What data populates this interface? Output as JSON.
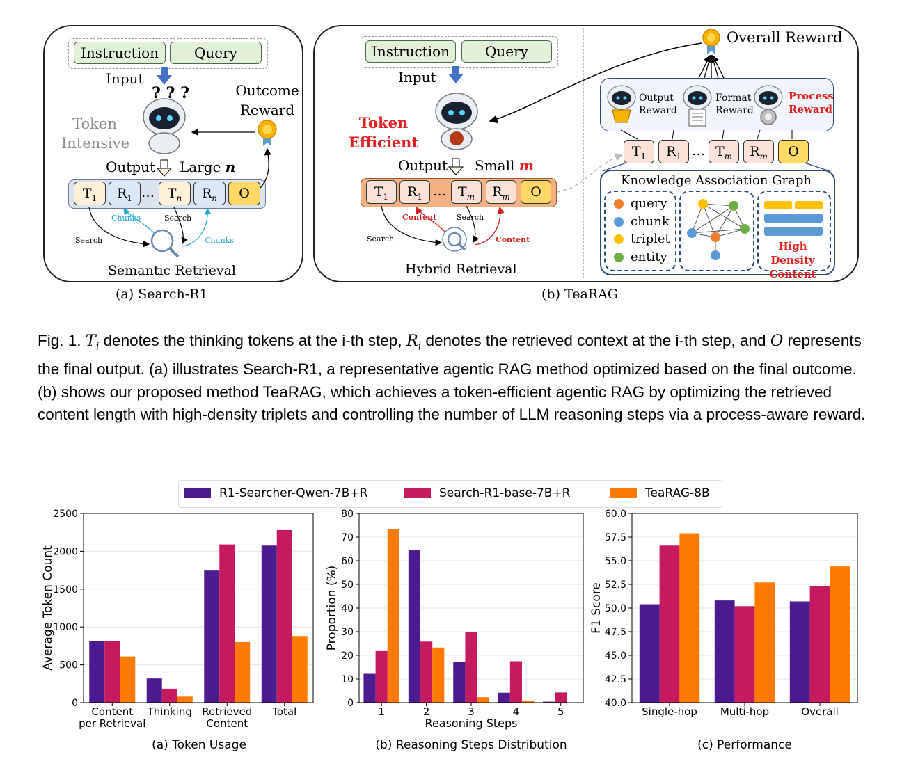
{
  "figure": {
    "panel_a": {
      "instruction": "Instruction",
      "query": "Query",
      "input": "Input",
      "question_marks": "? ? ?",
      "token_intensive": "Token\nIntensive",
      "outcome_reward": "Outcome\nReward",
      "output": "Output",
      "large_n": "Large",
      "n_symbol": "n",
      "tokens": [
        "T",
        "R",
        "…",
        "T",
        "R",
        "O"
      ],
      "token_subs": [
        "1",
        "1",
        "",
        "n",
        "n",
        ""
      ],
      "chunks_left": "Chunks",
      "chunks_right": "Chunks",
      "search_left": "Search",
      "search_right": "Search",
      "retrieval": "Semantic Retrieval",
      "caption": "(a) Search-R1"
    },
    "panel_b": {
      "instruction": "Instruction",
      "query": "Query",
      "input": "Input",
      "token_efficient": "Token\nEfficient",
      "output": "Output",
      "small_m": "Small",
      "m_symbol": "m",
      "tokens": [
        "T",
        "R",
        "…",
        "T",
        "R",
        "O"
      ],
      "token_subs": [
        "1",
        "1",
        "",
        "m",
        "m",
        ""
      ],
      "content_left": "Content",
      "content_right": "Content",
      "search_left": "Search",
      "search_right": "Search",
      "retrieval": "Hybrid Retrieval",
      "overall_reward": "Overall Reward",
      "output_reward": "Output\nReward",
      "format_reward": "Format\nReward",
      "process_reward": "Process\nReward",
      "kag_title": "Knowledge Association Graph",
      "legend": [
        "query",
        "chunk",
        "triplet",
        "entity"
      ],
      "legend_colors": [
        "#ed7d31",
        "#5b9bd5",
        "#ffc000",
        "#70ad47"
      ],
      "high_density": "High Density\nContent",
      "caption": "(b) TeaRAG"
    },
    "caption": {
      "p1": "Fig. 1.",
      "p2": " denotes the thinking tokens at the i-th step, ",
      "p3": " denotes the retrieved context at the i-th step, and ",
      "p4": " represents the final output. (a) illustrates Search-R1, a representative agentic RAG method optimized based on the final outcome. (b) shows our proposed method TeaRAG, which achieves a token-efficient agentic RAG by optimizing the retrieved content length with high-density triplets and controlling the number of LLM reasoning steps via a process-aware reward.",
      "sym_t": "T",
      "sym_r": "R",
      "sym_o": "O",
      "sub_i": "i"
    }
  },
  "legend": {
    "series": [
      "R1-Searcher-Qwen-7B+R",
      "Search-R1-base-7B+R",
      "TeaRAG-8B"
    ],
    "colors": [
      "#4b1b8f",
      "#c51b5e",
      "#ff7a00"
    ]
  },
  "chart_data": [
    {
      "type": "bar",
      "title": "(a) Token Usage",
      "ylabel": "Average Token Count",
      "xlabel": "",
      "categories": [
        "Content\nper Retrieval",
        "Thinking",
        "Retrieved\nContent",
        "Total"
      ],
      "ylim": [
        0,
        2500
      ],
      "yticks": [
        0,
        500,
        1000,
        1500,
        2000,
        2500
      ],
      "ytick_labels": [
        "0",
        "500",
        "1000",
        "1500",
        "2000",
        "2500"
      ],
      "grid": true,
      "series": [
        {
          "name": "R1-Searcher-Qwen-7B+R",
          "values": [
            810,
            320,
            1745,
            2075
          ]
        },
        {
          "name": "Search-R1-base-7B+R",
          "values": [
            810,
            185,
            2090,
            2280
          ]
        },
        {
          "name": "TeaRAG-8B",
          "values": [
            610,
            80,
            800,
            880
          ]
        }
      ]
    },
    {
      "type": "bar",
      "title": "(b) Reasoning Steps Distribution",
      "ylabel": "Proportion (%)",
      "xlabel": "Reasoning Steps",
      "categories": [
        "1",
        "2",
        "3",
        "4",
        "5"
      ],
      "ylim": [
        0,
        80
      ],
      "yticks": [
        0,
        10,
        20,
        30,
        40,
        50,
        60,
        70,
        80
      ],
      "ytick_labels": [
        "0",
        "10",
        "20",
        "30",
        "40",
        "50",
        "60",
        "70",
        "80"
      ],
      "grid": true,
      "series": [
        {
          "name": "R1-Searcher-Qwen-7B+R",
          "values": [
            12.2,
            64.4,
            17.3,
            4.2,
            0.4
          ]
        },
        {
          "name": "Search-R1-base-7B+R",
          "values": [
            21.8,
            25.8,
            30.0,
            17.5,
            4.3
          ]
        },
        {
          "name": "TeaRAG-8B",
          "values": [
            73.3,
            23.3,
            2.3,
            0.6,
            0.0
          ]
        }
      ]
    },
    {
      "type": "bar",
      "title": "(c) Performance",
      "ylabel": "F1 Score",
      "xlabel": "",
      "categories": [
        "Single-hop",
        "Multi-hop",
        "Overall"
      ],
      "ylim": [
        40.0,
        60.0
      ],
      "yticks": [
        40.0,
        42.5,
        45.0,
        47.5,
        50.0,
        52.5,
        55.0,
        57.5,
        60.0
      ],
      "ytick_labels": [
        "40.0",
        "42.5",
        "45.0",
        "47.5",
        "50.0",
        "52.5",
        "55.0",
        "57.5",
        "60.0"
      ],
      "grid": true,
      "series": [
        {
          "name": "R1-Searcher-Qwen-7B+R",
          "values": [
            50.4,
            50.8,
            50.7
          ]
        },
        {
          "name": "Search-R1-base-7B+R",
          "values": [
            56.6,
            50.2,
            52.3
          ]
        },
        {
          "name": "TeaRAG-8B",
          "values": [
            57.9,
            52.7,
            54.4
          ]
        }
      ]
    }
  ]
}
